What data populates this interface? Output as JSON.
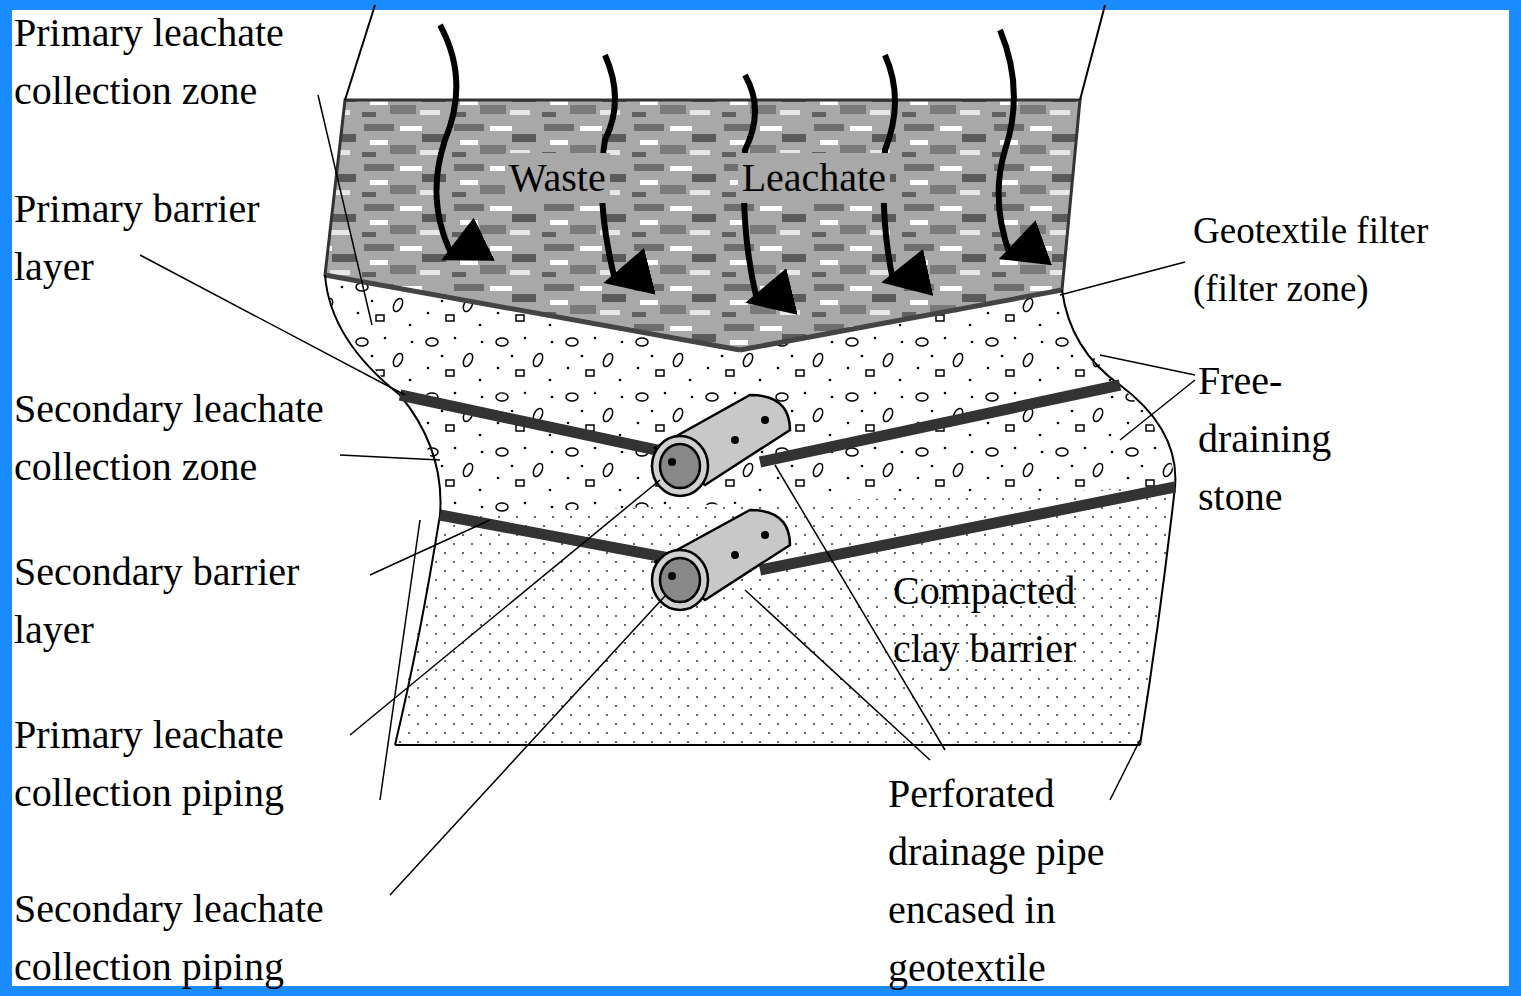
{
  "diagram": {
    "nodes": [
      {
        "text": [
          "Waste",
          "Leachate"
        ]
      },
      {
        "text": [
          "Compacted clay barrier"
        ]
      }
    ],
    "labels": [
      "Primary leachate collection zone",
      "Primary barrier layer",
      "Secondary leachate collection zone",
      "Secondary barrier layer",
      "Primary leachate collection piping",
      "Secondary leachate collection piping",
      "Geotextile filter (filter zone)",
      "Free-draining stone",
      "Perforated drainage pipe encased in geotextile"
    ]
  }
}
